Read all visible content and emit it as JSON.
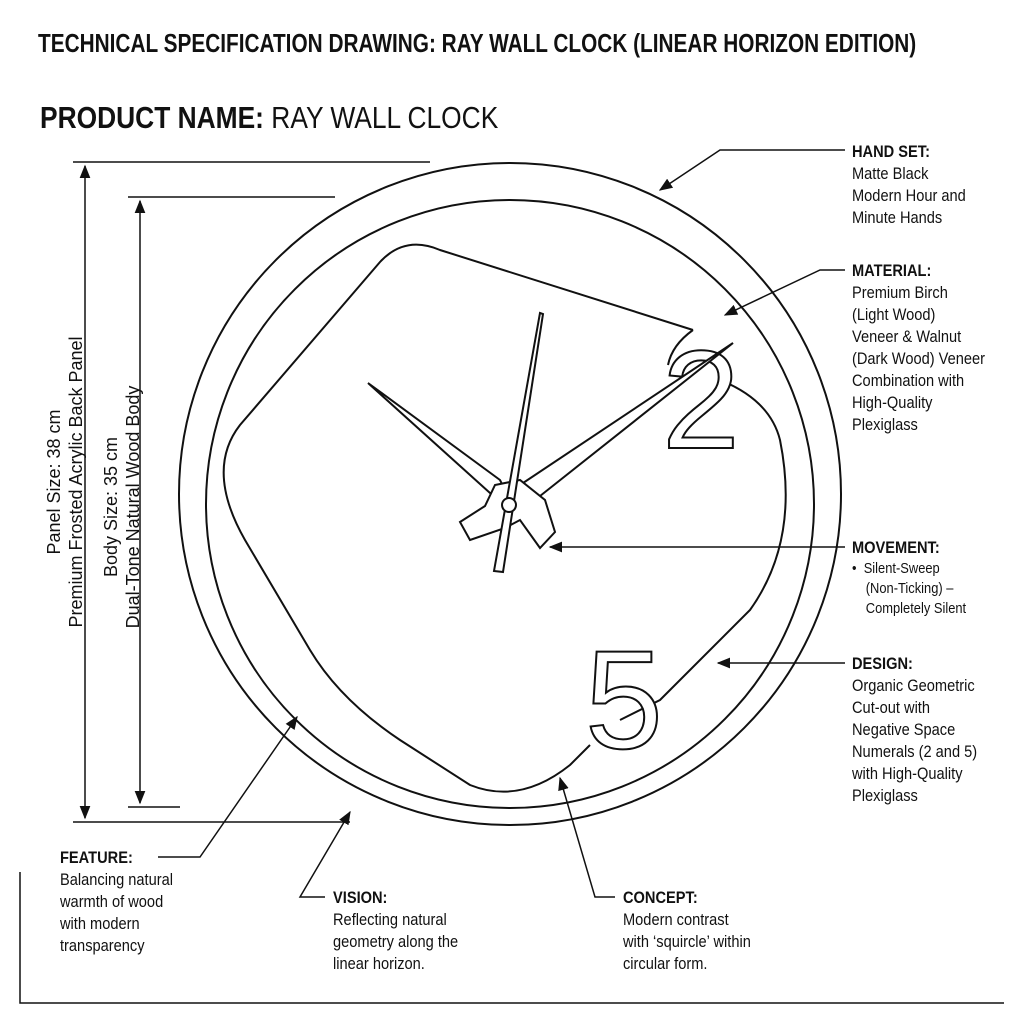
{
  "title": "TECHNICAL SPECIFICATION DRAWING: RAY WALL CLOCK (LINEAR HORIZON EDITION)",
  "product": {
    "label": "PRODUCT NAME:",
    "value": "RAY WALL CLOCK"
  },
  "dimensions": {
    "panel": [
      "Panel Size: 38 cm",
      "Premium Frosted Acrylic Back Panel"
    ],
    "body": [
      "Body Size: 35 cm",
      "Dual-Tone Natural Wood Body"
    ]
  },
  "numerals": [
    "2",
    "5"
  ],
  "callouts": {
    "hand_set": {
      "label": "HAND SET:",
      "lines": [
        "Matte Black",
        "Modern Hour and",
        "Minute Hands"
      ]
    },
    "material": {
      "label": "MATERIAL:",
      "lines": [
        "Premium Birch",
        "(Light Wood)",
        "Veneer & Walnut",
        "(Dark Wood) Veneer",
        "Combination with",
        "High-Quality",
        "Plexiglass"
      ]
    },
    "movement": {
      "label": "MOVEMENT:",
      "bullet": "•",
      "lines": [
        "Silent-Sweep",
        "(Non-Ticking) –",
        "Completely Silent"
      ]
    },
    "design": {
      "label": "DESIGN:",
      "lines": [
        "Organic Geometric",
        "Cut-out with",
        "Negative Space",
        "Numerals (2 and 5)",
        "with High-Quality",
        "Plexiglass"
      ]
    },
    "feature": {
      "label": "FEATURE:",
      "lines": [
        "Balancing natural",
        "warmth of wood",
        "with modern",
        "transparency"
      ]
    },
    "vision": {
      "label": "VISION:",
      "lines": [
        "Reflecting natural",
        "geometry along the",
        "linear horizon."
      ]
    },
    "concept": {
      "label": "CONCEPT:",
      "lines": [
        "Modern contrast",
        "with ‘squircle’ within",
        "circular form."
      ]
    }
  }
}
